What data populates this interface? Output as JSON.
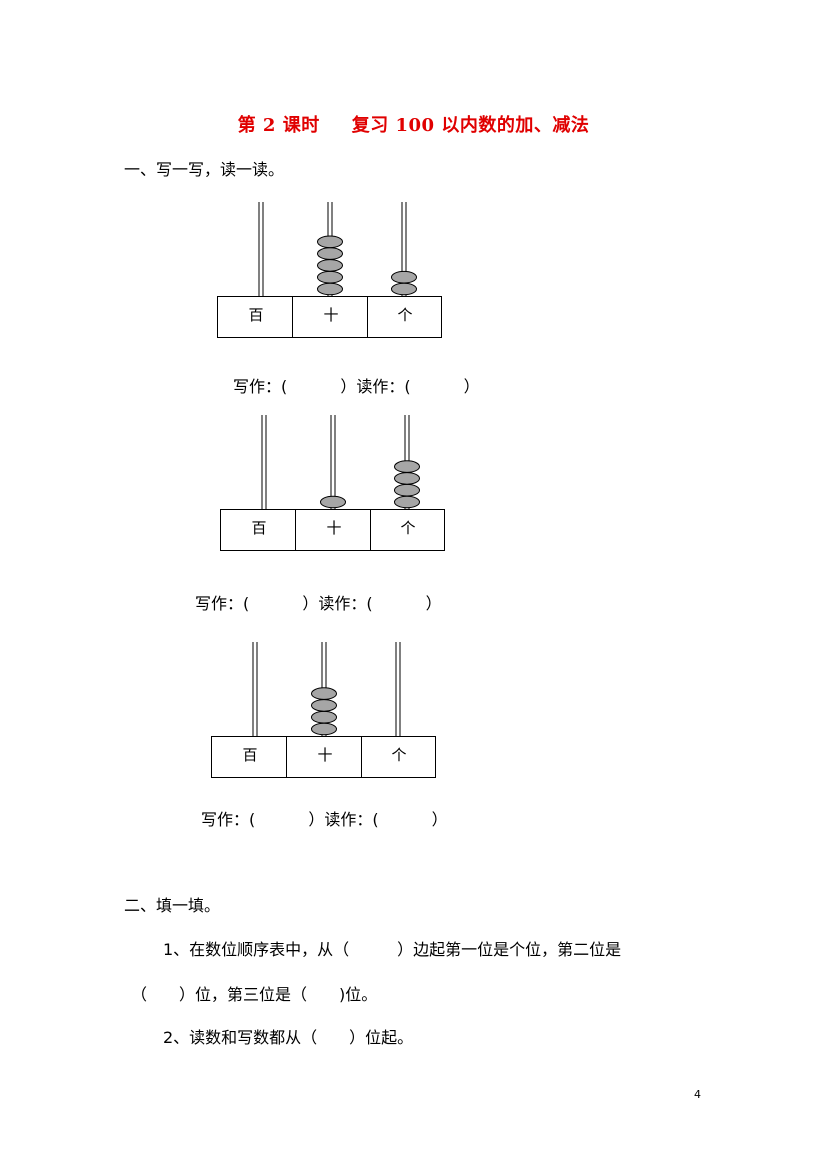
{
  "title": {
    "part1": "第 2 课时",
    "part2": "复习 100 以内数的加、减法"
  },
  "section1": {
    "heading": "一、写一写，读一读。"
  },
  "abacus_labels": {
    "hundreds": "百",
    "tens": "十",
    "ones": "个"
  },
  "abaci": [
    {
      "hundreds": 0,
      "tens": 5,
      "ones": 2,
      "write_read": "写作：(　　　 ）读作：(　　　 ）"
    },
    {
      "hundreds": 0,
      "tens": 1,
      "ones": 4,
      "write_read": "写作：(　　　 ）读作：(　　　 ）"
    },
    {
      "hundreds": 0,
      "tens": 4,
      "ones": 0,
      "write_read": "写作：(　　　 ）读作：(　　　 ）"
    }
  ],
  "section2": {
    "heading": "二、填一填。",
    "q1_line1": "1、在数位顺序表中，从（　　　）边起第一位是个位，第二位是",
    "q1_line2": "（　　）位，第三位是（　　)位。",
    "q2": "2、读数和写数都从（　　）位起。"
  },
  "page_number": "4"
}
